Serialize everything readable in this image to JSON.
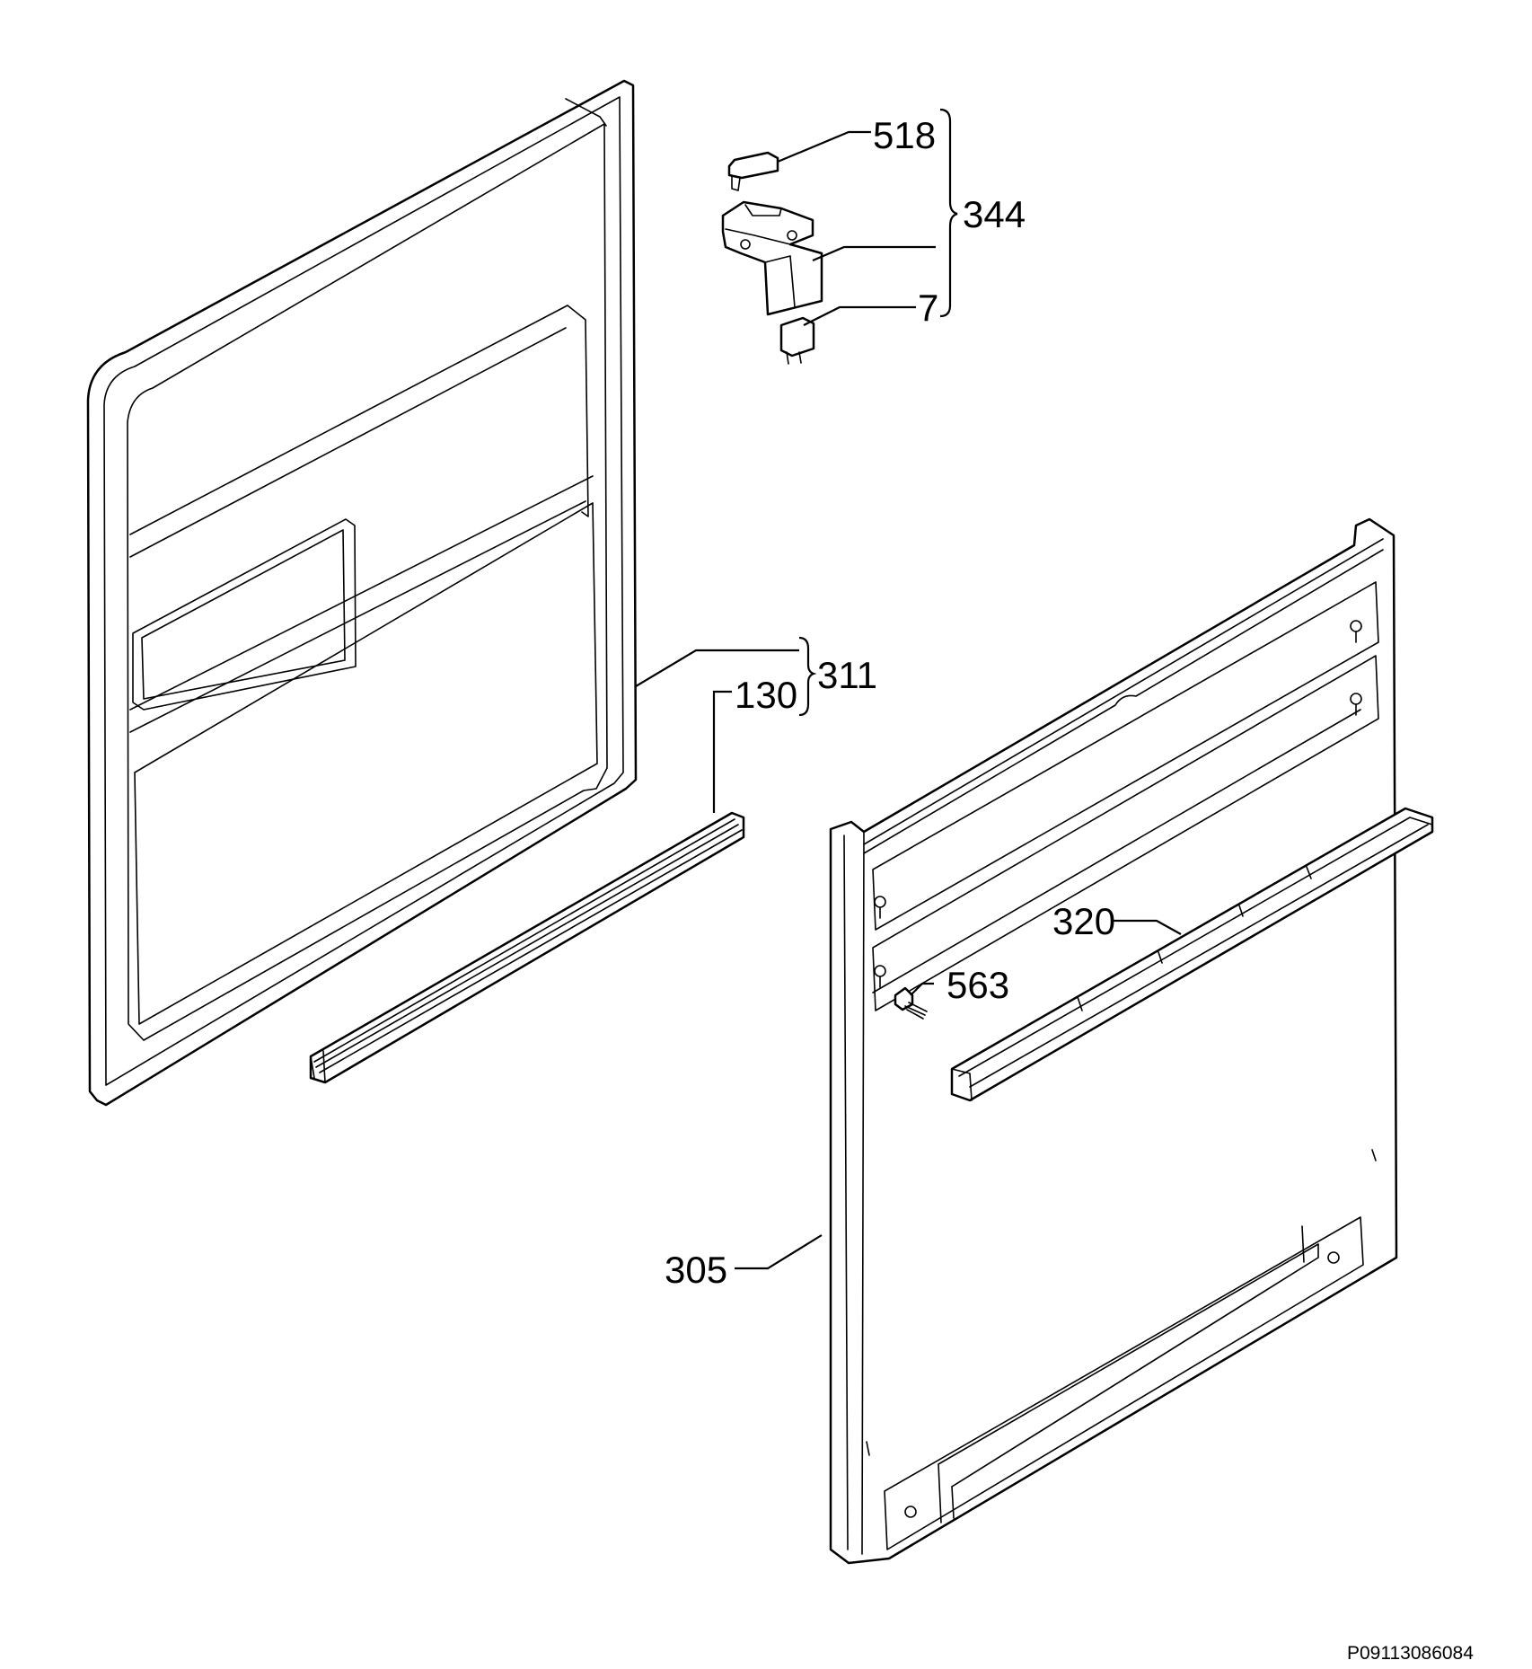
{
  "labels": {
    "p518": "518",
    "p344": "344",
    "p7": "7",
    "p311": "311",
    "p130": "130",
    "p320": "320",
    "p563": "563",
    "p305": "305"
  },
  "drawing_code": "P09113086084"
}
